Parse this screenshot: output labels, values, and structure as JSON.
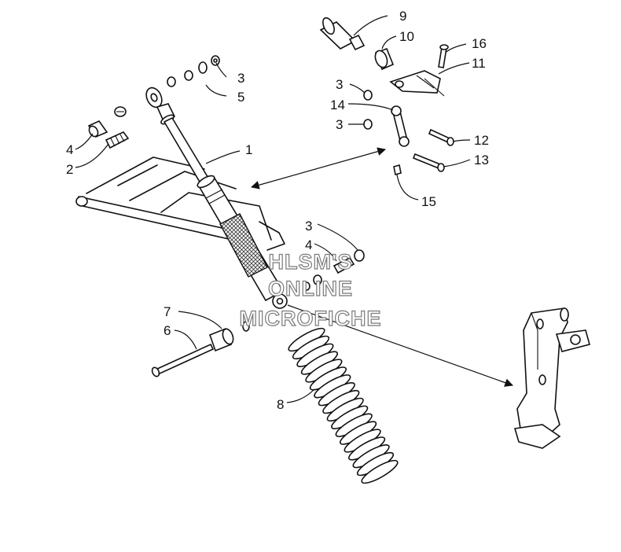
{
  "callouts": {
    "c1": "1",
    "c2": "2",
    "c3a": "3",
    "c3b": "3",
    "c3c": "3",
    "c3d": "3",
    "c4a": "4",
    "c4b": "4",
    "c5": "5",
    "c6": "6",
    "c7": "7",
    "c8": "8",
    "c9": "9",
    "c10": "10",
    "c11": "11",
    "c12": "12",
    "c13": "13",
    "c14": "14",
    "c15": "15",
    "c16": "16"
  },
  "watermark": {
    "line1": "HLSM'S",
    "line2": "ONLINE",
    "line3": "MICROFICHE"
  },
  "colors": {
    "ink": "#111111",
    "watermark_outline": "#7a7a7a",
    "background": "#ffffff"
  }
}
